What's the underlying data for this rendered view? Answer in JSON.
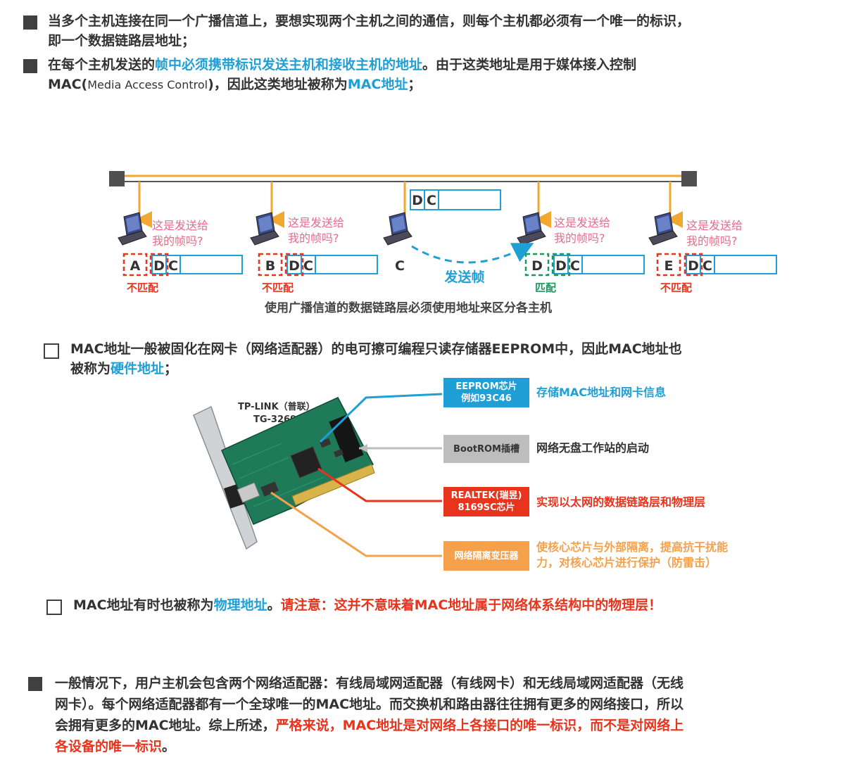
{
  "para1": {
    "text_line1": "当多个主机连接在同一个广播信道上，要想实现两个主机之间的通信，则每个主机都必须有一个唯一的标识，",
    "text_line2": "即一个数据链路层地址；"
  },
  "para2": {
    "part1": "在每个主机发送的",
    "highlight1": "帧中必须携带标识发送主机和接收主机的地址",
    "part2": "。由于这类地址是用于媒体接入控制",
    "mac_prefix": "MAC(",
    "mac_expansion": "Media Access Control",
    "part3": ")，因此这类地址被称为",
    "highlight2": "MAC地址",
    "part4": "；"
  },
  "diagram": {
    "frame_label_d": "D",
    "frame_label_c": "C",
    "question": [
      "这是发送给",
      "我的帧吗?"
    ],
    "hosts": [
      {
        "label": "A",
        "result": "不匹配"
      },
      {
        "label": "B",
        "result": "不匹配"
      },
      {
        "label": "C",
        "result": ""
      },
      {
        "label": "D",
        "result": "匹配"
      },
      {
        "label": "E",
        "result": "不匹配"
      }
    ],
    "send_label": "发送帧",
    "caption": "使用广播信道的数据链路层必须使用地址来区分各主机",
    "colors": {
      "bus": "#f0a830",
      "frame": "#1e9fd6",
      "mismatch": "#e8341c",
      "match": "#1a9a5a",
      "question": "#e76b8a"
    }
  },
  "para3": {
    "line1": "MAC地址一般被固化在网卡（网络适配器）的电可擦可编程只读存储器EEPROM中，因此MAC地址也",
    "line2_part1": "被称为",
    "line2_highlight": "硬件地址",
    "line2_part2": "；"
  },
  "nic": {
    "model_line1": "TP-LINK（普联）",
    "model_line2": "TG-3269C",
    "callouts": [
      {
        "box": [
          "EEPROM芯片",
          "例如93C46"
        ],
        "desc": "存储MAC地址和网卡信息",
        "color": "#1e9fd6",
        "text_color": "#1e9fd6"
      },
      {
        "box": [
          "BootROM插槽"
        ],
        "desc": "网络无盘工作站的启动",
        "color": "#bdbdbd",
        "text_color": "#333333"
      },
      {
        "box": [
          "REALTEK(瑞昱)",
          "8169SC芯片"
        ],
        "desc": "实现以太网的数据链路层和物理层",
        "color": "#e8341c",
        "text_color": "#e8341c"
      },
      {
        "box": [
          "网络隔离变压器"
        ],
        "desc_line1": "使核心芯片与外部隔离，提高抗干扰能",
        "desc_line2": "力，对核心芯片进行保护（防雷击）",
        "color": "#f5a04a",
        "text_color": "#f5a04a"
      }
    ]
  },
  "para4": {
    "part1": "MAC地址有时也被称为",
    "highlight": "物理地址",
    "part2": "。",
    "warning": "请注意：这并不意味着MAC地址属于网络体系结构中的物理层！"
  },
  "para5": {
    "line1": "一般情况下，用户主机会包含两个网络适配器：有线局域网适配器（有线网卡）和无线局域网适配器（无线",
    "line2": "网卡）。每个网络适配器都有一个全球唯一的MAC地址。而交换机和路由器往往拥有更多的网络接口，所以",
    "line3_part1": "会拥有更多的MAC地址。综上所述，",
    "line3_red": "严格来说，MAC地址是对网络上各接口的唯一标识，而不是对网络上",
    "line4_red": "各设备的唯一标识",
    "line4_end": "。"
  }
}
